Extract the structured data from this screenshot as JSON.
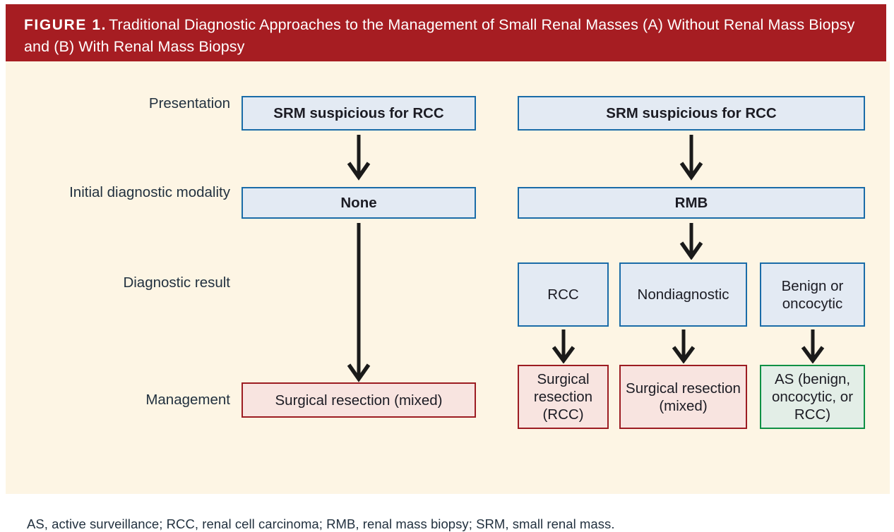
{
  "header": {
    "figure_label": "FIGURE 1.",
    "title": "Traditional Diagnostic Approaches to the Management of Small Renal Masses (A) Without Renal Mass Biopsy and (B) With Renal Mass Biopsy",
    "background_color": "#a61d22",
    "text_color": "#ffffff"
  },
  "panel": {
    "background_color": "#fdf5e4"
  },
  "colors": {
    "blue_border": "#1a6ca8",
    "blue_fill": "#e3eaf3",
    "red_border": "#9c1c22",
    "red_fill": "#f8e4e0",
    "green_border": "#0f9045",
    "green_fill": "#e3eee7",
    "arrow": "#1a1a1a",
    "label_text": "#22313f"
  },
  "row_labels": [
    {
      "id": "presentation",
      "text": "Presentation"
    },
    {
      "id": "initial-diagnostic-modality",
      "text": "Initial diagnostic modality"
    },
    {
      "id": "diagnostic-result",
      "text": "Diagnostic result"
    },
    {
      "id": "management",
      "text": "Management"
    }
  ],
  "flowchart": {
    "panel_a": {
      "name": "without-renal-mass-biopsy",
      "presentation": "SRM suspicious for RCC",
      "initial_diagnostic_modality": "None",
      "diagnostic_result": null,
      "management": "Surgical resection (mixed)"
    },
    "panel_b": {
      "name": "with-renal-mass-biopsy",
      "presentation": "SRM suspicious for RCC",
      "initial_diagnostic_modality": "RMB",
      "diagnostic_results": [
        {
          "id": "rcc",
          "text": "RCC"
        },
        {
          "id": "nondiagnostic",
          "text": "Nondiagnostic"
        },
        {
          "id": "benign-or-oncocytic",
          "text": "Benign or oncocytic"
        }
      ],
      "management": [
        {
          "id": "surgical-resection-rcc",
          "text": "Surgical resection (RCC)",
          "color": "red"
        },
        {
          "id": "surgical-resection-mixed",
          "text": "Surgical resection (mixed)",
          "color": "red"
        },
        {
          "id": "active-surveillance",
          "text": "AS (benign, oncocytic, or RCC)",
          "color": "green"
        }
      ]
    }
  },
  "footnote": "AS, active surveillance; RCC, renal cell carcinoma; RMB, renal mass biopsy; SRM, small renal mass."
}
